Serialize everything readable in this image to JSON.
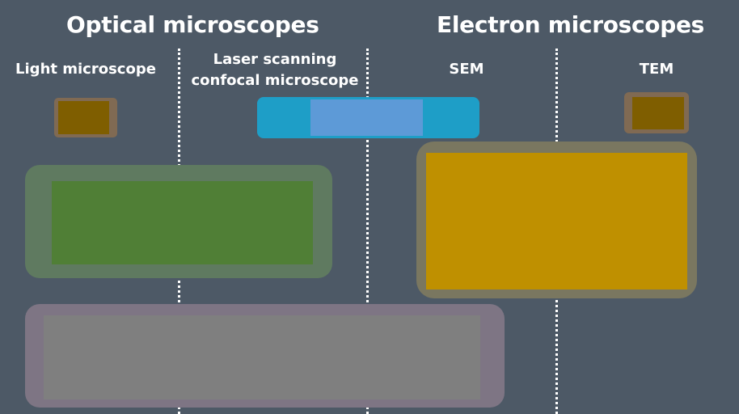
{
  "headings": {
    "optical": "Optical microscopes",
    "electron": "Electron microscopes"
  },
  "columns": {
    "light": "Light microscope",
    "laser_line1": "Laser scanning",
    "laser_line2": "confocal microscope",
    "sem": "SEM",
    "tem": "TEM"
  },
  "colors": {
    "background": "#4d5966",
    "divider": "#ffffff",
    "brown_outer": "#806a53",
    "brown_inner": "#7f5e00",
    "cyan_outer": "#1e9ec7",
    "cyan_inner": "#5d9ad7",
    "green_outer": "#5f7a60",
    "green_inner": "#507f36",
    "gold_outer": "#7a7760",
    "gold_inner": "#bf9000",
    "gray_outer": "#7e7584",
    "gray_inner": "#7f7f7f"
  }
}
